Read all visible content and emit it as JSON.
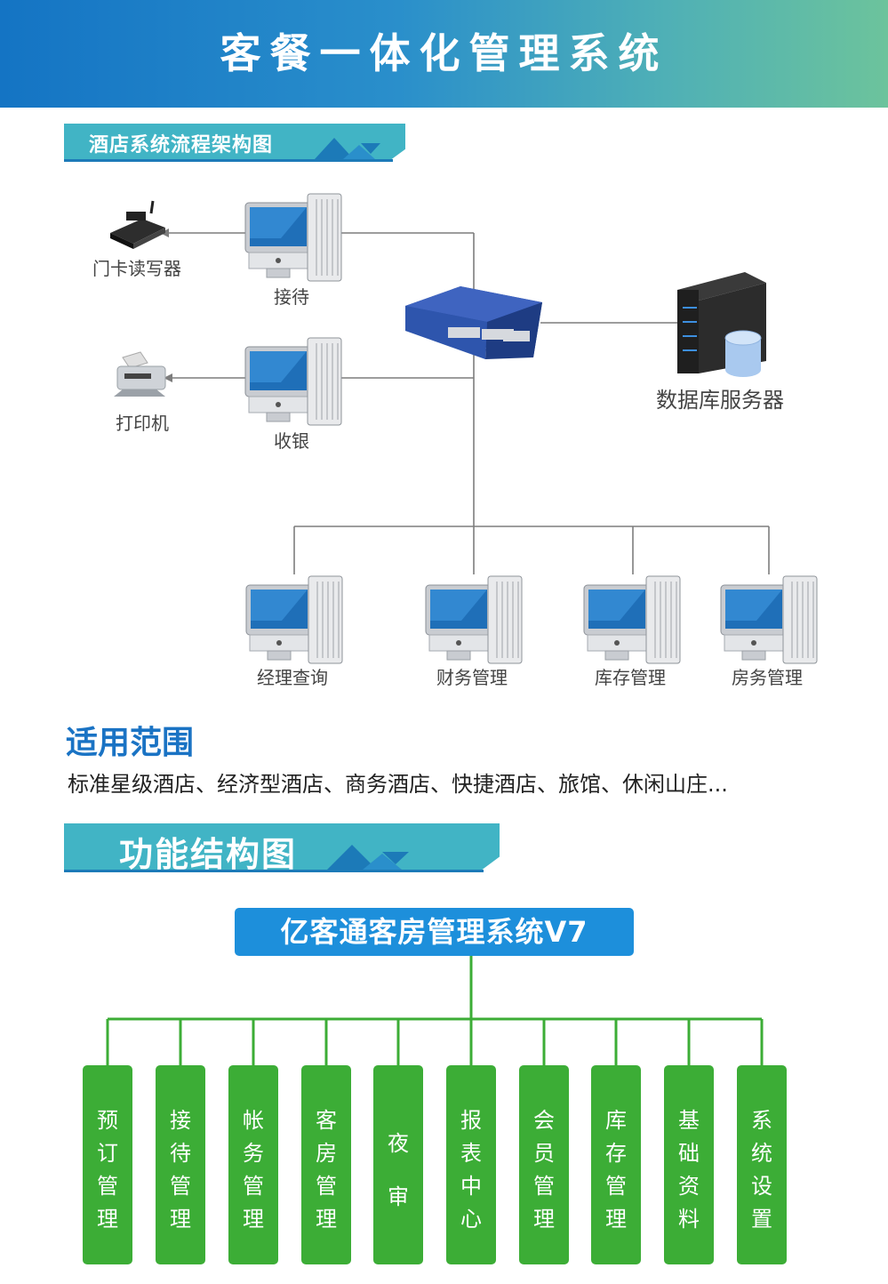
{
  "header": {
    "title": "客餐一体化管理系统"
  },
  "section1": {
    "title": "酒店系统流程架构图"
  },
  "network": {
    "card_reader": "门卡读写器",
    "printer": "打印机",
    "reception": "接待",
    "cashier": "收银",
    "db_server": "数据库服务器",
    "terminals": [
      "经理查询",
      "财务管理",
      "库存管理",
      "房务管理"
    ]
  },
  "scope": {
    "title": "适用范围",
    "text": "标准星级酒店、经济型酒店、商务酒店、快捷酒店、旅馆、休闲山庄..."
  },
  "section2": {
    "title": "功能结构图"
  },
  "function_tree": {
    "root": "亿客通客房管理系统V7",
    "modules": [
      "预订管理",
      "接待管理",
      "帐务管理",
      "客房管理",
      "夜审",
      "报表中心",
      "会员管理",
      "库存管理",
      "基础资料",
      "系统设置"
    ]
  },
  "colors": {
    "header_start": "#1474c4",
    "header_end": "#6cc39c",
    "banner": "#41b4c5",
    "root": "#1d8fdb",
    "module": "#3cad36",
    "tree_line": "#3cad36"
  }
}
